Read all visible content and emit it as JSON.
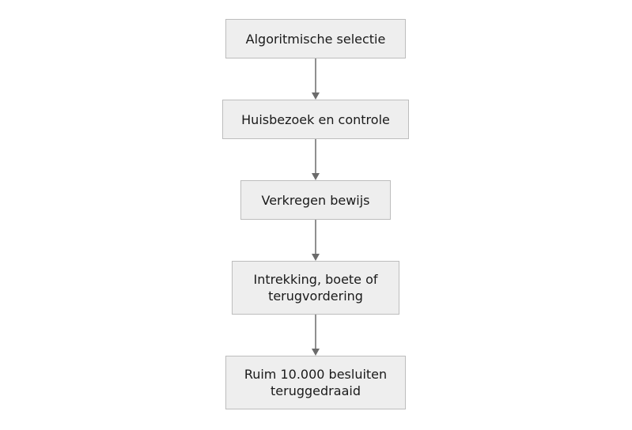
{
  "diagram": {
    "nodes": [
      {
        "id": "n1",
        "label": "Algoritmische selectie"
      },
      {
        "id": "n2",
        "label": "Huisbezoek en controle"
      },
      {
        "id": "n3",
        "label": "Verkregen bewijs"
      },
      {
        "id": "n4",
        "label": "Intrekking, boete of terugvordering"
      },
      {
        "id": "n5",
        "label": "Ruim 10.000 besluiten teruggedraaid"
      }
    ],
    "edges": [
      {
        "from": "n1",
        "to": "n2"
      },
      {
        "from": "n2",
        "to": "n3"
      },
      {
        "from": "n3",
        "to": "n4"
      },
      {
        "from": "n4",
        "to": "n5"
      }
    ],
    "colors": {
      "node_fill": "#eeeeee",
      "node_border": "#bdbdbd",
      "edge": "#6b6b6b",
      "text": "#1a1a1a"
    }
  }
}
